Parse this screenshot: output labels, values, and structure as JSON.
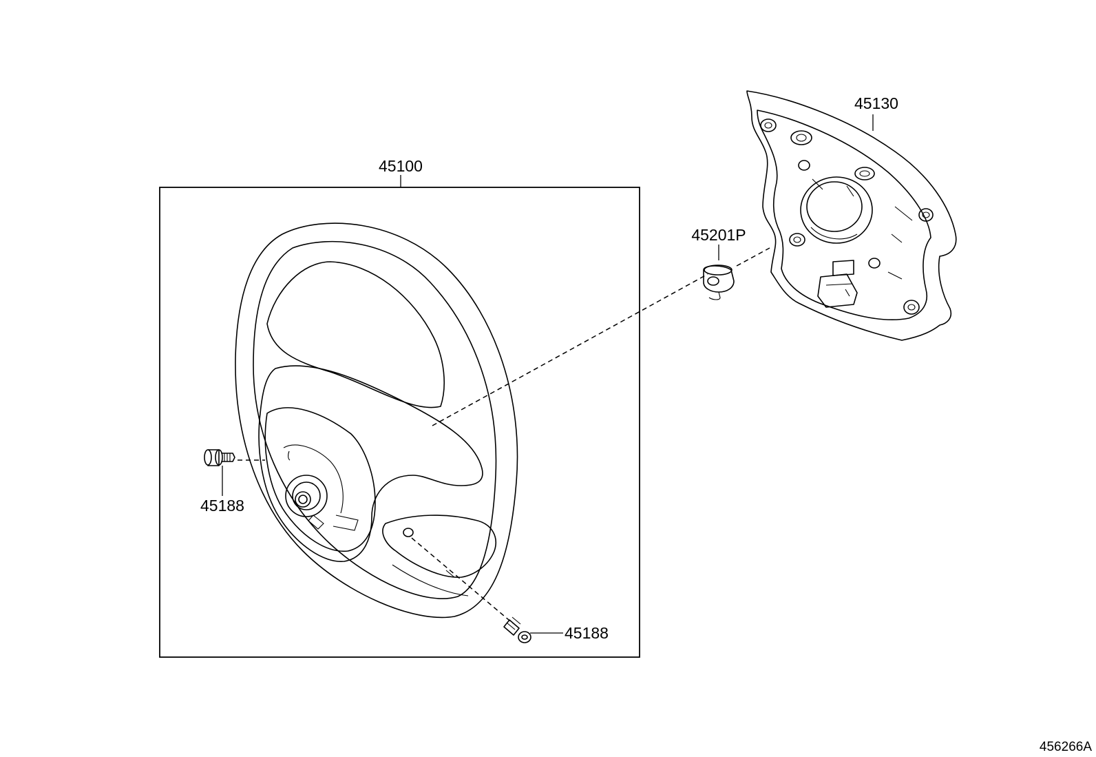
{
  "diagram": {
    "labels": {
      "steering_wheel": "45100",
      "airbag_pad": "45130",
      "nut": "45201P",
      "screw_left": "45188",
      "screw_right": "45188",
      "diagram_id": "456266A"
    }
  }
}
